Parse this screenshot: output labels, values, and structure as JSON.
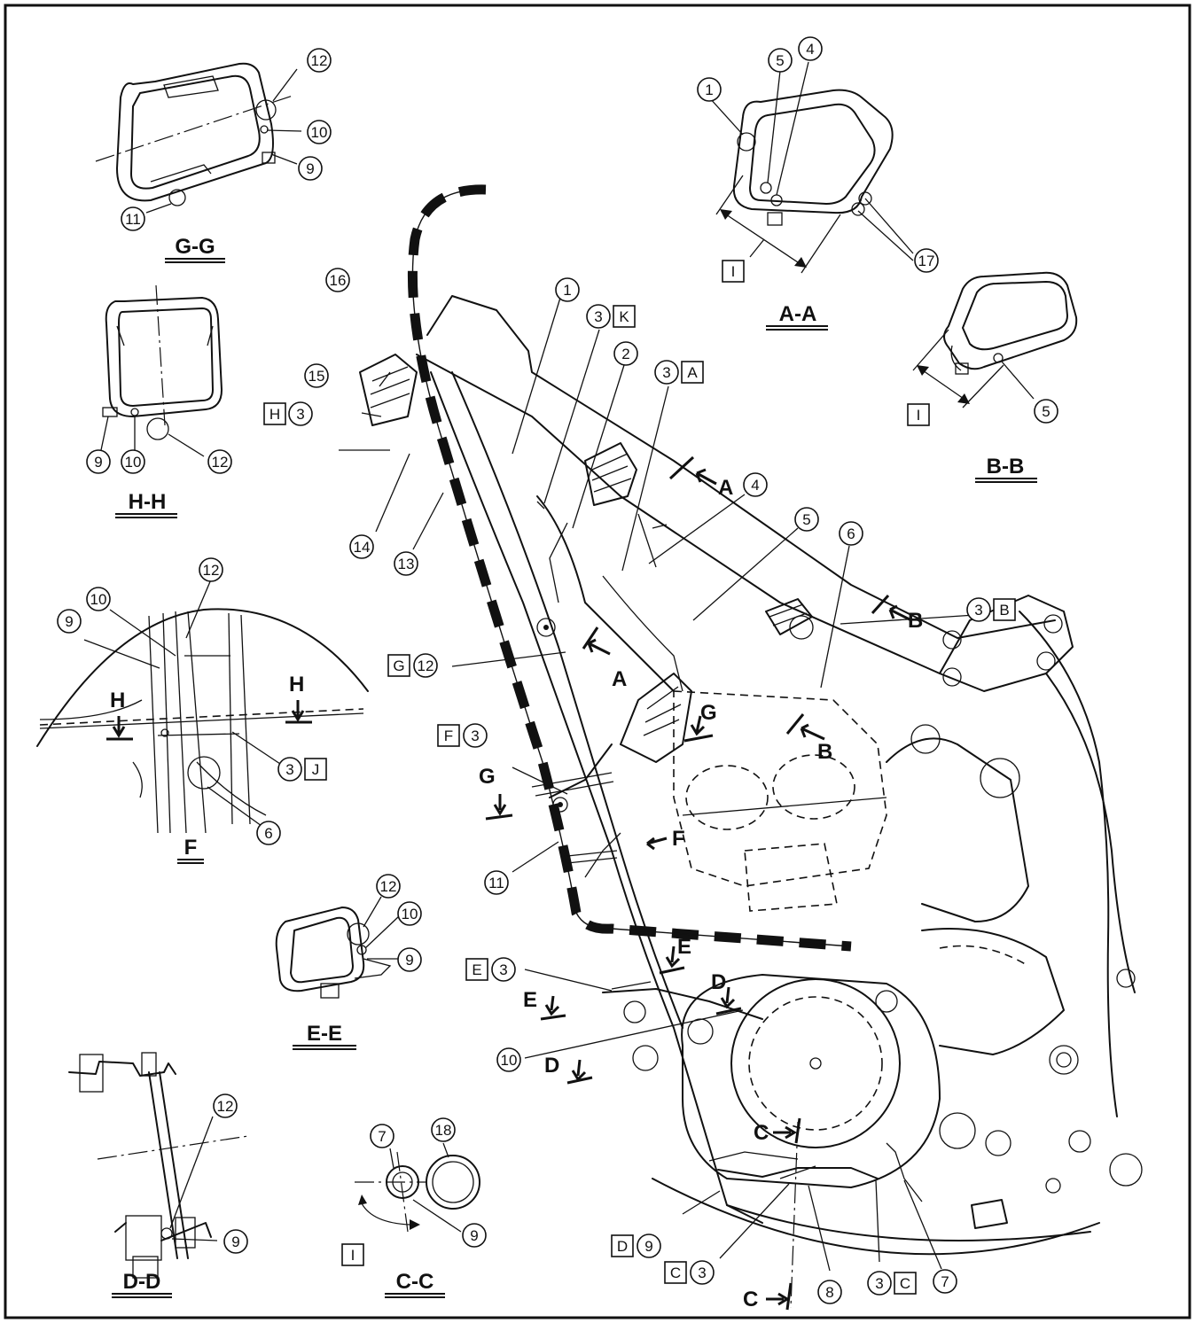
{
  "sections": {
    "gg": "G-G",
    "hh": "H-H",
    "f": "F",
    "ee": "E-E",
    "dd": "D-D",
    "cc": "C-C",
    "aa": "A-A",
    "bb": "B-B"
  },
  "view_letters": {
    "a": "A",
    "b": "B",
    "c": "C",
    "d": "D",
    "e": "E",
    "f": "F",
    "g": "G",
    "h": "H"
  },
  "callouts": {
    "n1": "1",
    "n2": "2",
    "n3": "3",
    "n4": "4",
    "n5": "5",
    "n6": "6",
    "n7": "7",
    "n8": "8",
    "n9": "9",
    "n10": "10",
    "n11": "11",
    "n12": "12",
    "n13": "13",
    "n14": "14",
    "n15": "15",
    "n16": "16",
    "n17": "17",
    "n18": "18"
  },
  "box_labels": {
    "a": "A",
    "b": "B",
    "c": "C",
    "d": "D",
    "e": "E",
    "f": "F",
    "g": "G",
    "h": "H",
    "i": "I",
    "j": "J",
    "k": "K"
  }
}
